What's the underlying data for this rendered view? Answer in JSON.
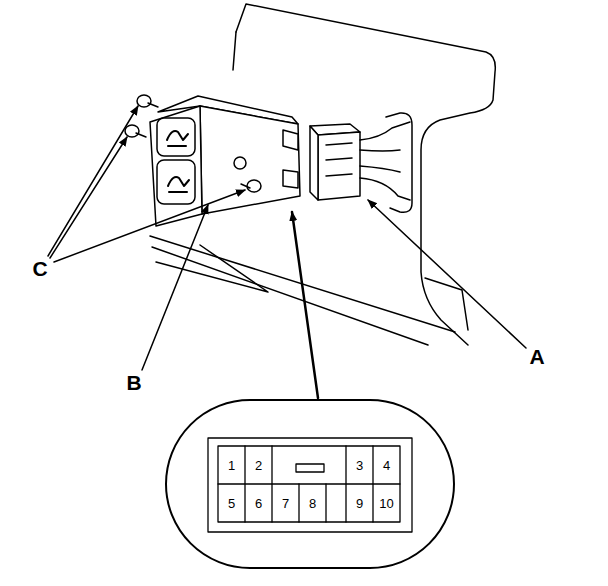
{
  "diagram": {
    "labels": [
      "C",
      "B",
      "A",
      "1",
      "2",
      "3",
      "4",
      "5",
      "6",
      "7",
      "8",
      "9",
      "10"
    ]
  }
}
